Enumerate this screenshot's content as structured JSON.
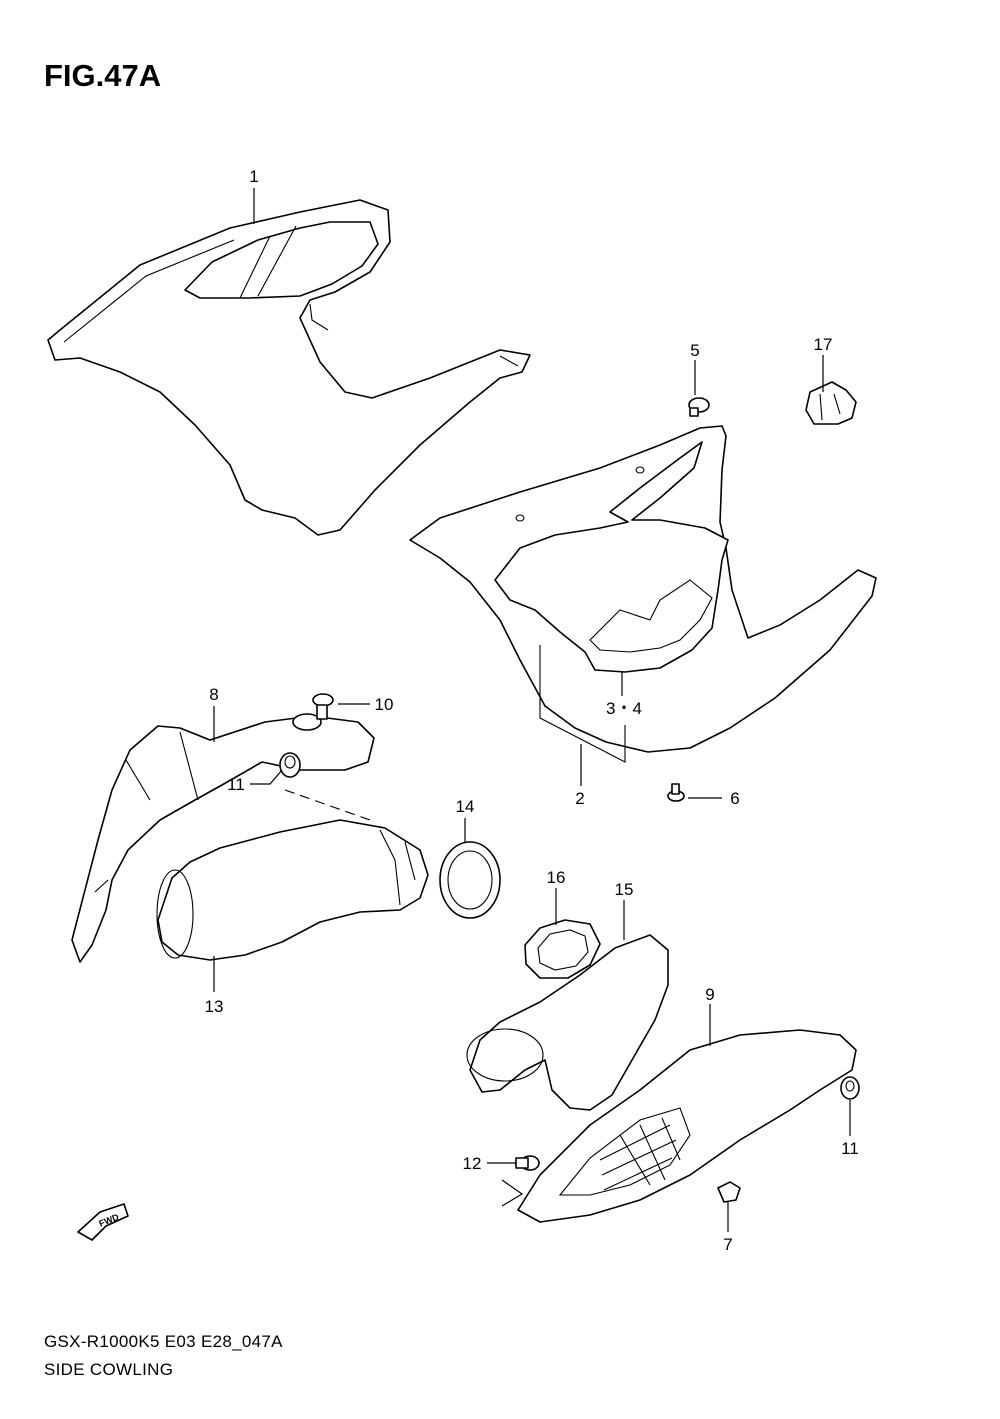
{
  "figure": {
    "title": "FIG.47A"
  },
  "footer": {
    "model_code": "GSX-R1000K5 E03 E28_047A",
    "section_name": "SIDE COWLING"
  },
  "callouts": [
    "1",
    "2",
    "3・4",
    "5",
    "6",
    "7",
    "8",
    "9",
    "10",
    "11",
    "11",
    "12",
    "13",
    "14",
    "15",
    "16",
    "17"
  ],
  "fwd": {
    "label": "FWD",
    "icon": "fwd-arrow-icon"
  }
}
